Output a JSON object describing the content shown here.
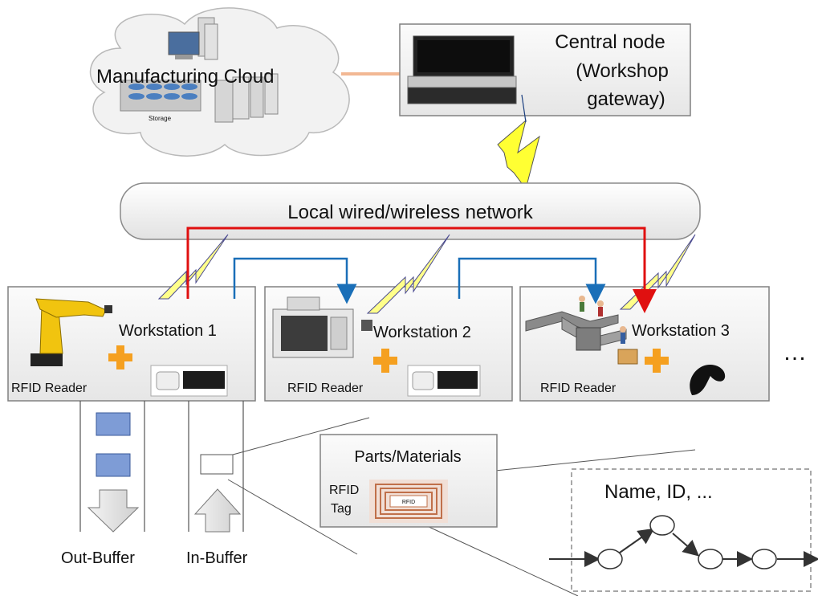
{
  "cloud": {
    "label": "Manufacturing Cloud",
    "storage_caption": "Storage"
  },
  "central_node": {
    "line1": "Central node",
    "line2": "(Workshop",
    "line3": "gateway)"
  },
  "network": {
    "label": "Local wired/wireless network"
  },
  "workstations": [
    {
      "name": "Workstation 1",
      "reader": "RFID Reader"
    },
    {
      "name": "Workstation 2",
      "reader": "RFID Reader"
    },
    {
      "name": "Workstation 3",
      "reader": "RFID Reader"
    }
  ],
  "ellipsis": "…",
  "buffers": {
    "out": "Out-Buffer",
    "in": "In-Buffer"
  },
  "parts": {
    "title": "Parts/Materials",
    "tag_line1": "RFID",
    "tag_line2": "Tag",
    "chip_text": "RFID"
  },
  "info": {
    "label": "Name, ID, ..."
  },
  "colors": {
    "red_path": "#e01010",
    "blue_path": "#1a6fb8",
    "zigzag_fill": "#ffff33",
    "plus_orange": "#f5a020",
    "buffer_block": "#7e9cd6",
    "cloud_link": "#f2b894"
  }
}
